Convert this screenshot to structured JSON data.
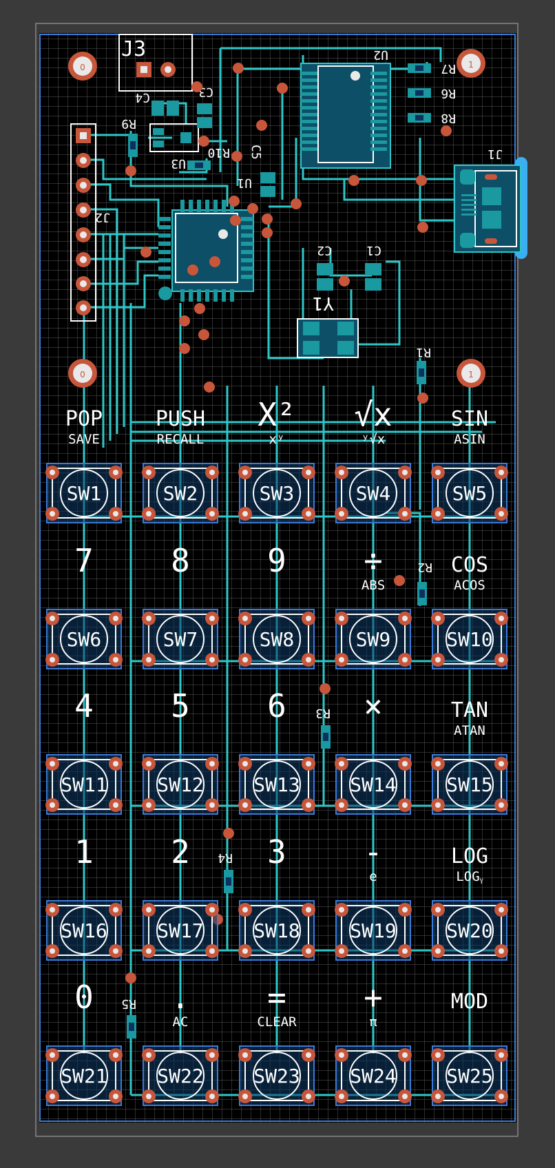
{
  "colors": {
    "background": "#3a3a3a",
    "board": "#000000",
    "grid": "#5a5a5a",
    "outline": "#3b7bd8",
    "trace": "#2fc7c9",
    "pad": "#c8563b",
    "silk": "#ffffff",
    "smd": "#1a9aa0"
  },
  "connectors": {
    "j3": "J3",
    "j1": "J1",
    "j2": "J2"
  },
  "chips": {
    "u1": "U1",
    "u2": "U2",
    "u3": "U3",
    "y1": "Y1"
  },
  "passives": {
    "c1": "C1",
    "c2": "C2",
    "c3": "C3",
    "c4": "C4",
    "c5": "C5",
    "r1": "R1",
    "r2": "R2",
    "r3": "R3",
    "r4": "R4",
    "r5": "R5",
    "r6": "R6",
    "r7": "R7",
    "r8": "R8",
    "r9": "R9",
    "r10": "R10"
  },
  "mounting_holes": [
    "0",
    "1",
    "0",
    "1"
  ],
  "keys": [
    {
      "sw": "SW1",
      "main": "POP",
      "sub": "SAVE"
    },
    {
      "sw": "SW2",
      "main": "PUSH",
      "sub": "RECALL"
    },
    {
      "sw": "SW3",
      "main": "X²",
      "sub": "xʸ"
    },
    {
      "sw": "SW4",
      "main": "√x",
      "sub": "ʸ√x"
    },
    {
      "sw": "SW5",
      "main": "SIN",
      "sub": "ASIN"
    },
    {
      "sw": "SW6",
      "main": "7",
      "sub": ""
    },
    {
      "sw": "SW7",
      "main": "8",
      "sub": ""
    },
    {
      "sw": "SW8",
      "main": "9",
      "sub": ""
    },
    {
      "sw": "SW9",
      "main": "÷",
      "sub": "ABS"
    },
    {
      "sw": "SW10",
      "main": "COS",
      "sub": "ACOS"
    },
    {
      "sw": "SW11",
      "main": "4",
      "sub": ""
    },
    {
      "sw": "SW12",
      "main": "5",
      "sub": ""
    },
    {
      "sw": "SW13",
      "main": "6",
      "sub": ""
    },
    {
      "sw": "SW14",
      "main": "×",
      "sub": ""
    },
    {
      "sw": "SW15",
      "main": "TAN",
      "sub": "ATAN"
    },
    {
      "sw": "SW16",
      "main": "1",
      "sub": ""
    },
    {
      "sw": "SW17",
      "main": "2",
      "sub": ""
    },
    {
      "sw": "SW18",
      "main": "3",
      "sub": ""
    },
    {
      "sw": "SW19",
      "main": "-",
      "sub": "e"
    },
    {
      "sw": "SW20",
      "main": "LOG",
      "sub": "LOGᵧ"
    },
    {
      "sw": "SW21",
      "main": "0",
      "sub": ""
    },
    {
      "sw": "SW22",
      "main": ".",
      "sub": "AC"
    },
    {
      "sw": "SW23",
      "main": "=",
      "sub": "CLEAR"
    },
    {
      "sw": "SW24",
      "main": "+",
      "sub": "π"
    },
    {
      "sw": "SW25",
      "main": "MOD",
      "sub": ""
    }
  ]
}
